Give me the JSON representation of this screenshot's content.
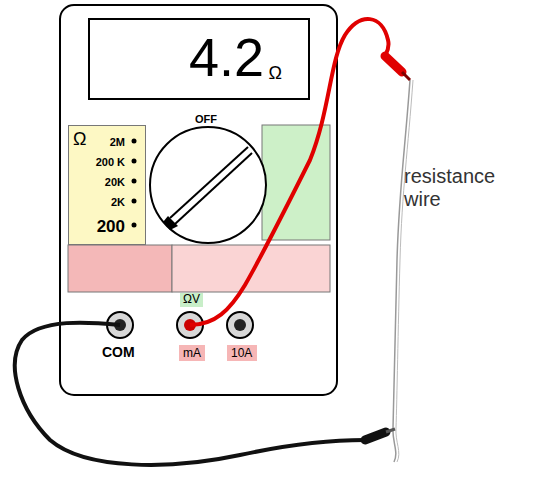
{
  "diagram": {
    "nodes": [
      {
        "text": [
          "4.2",
          "Ω"
        ]
      },
      {
        "text": [
          "Ω",
          "2M",
          "200 K",
          "20K",
          "2K",
          "200"
        ]
      },
      {
        "text": [
          "mA"
        ]
      },
      {
        "text": [
          "10A"
        ]
      }
    ],
    "labels": [
      "OFF",
      "ΩV",
      "COM",
      "resistance wire"
    ]
  }
}
